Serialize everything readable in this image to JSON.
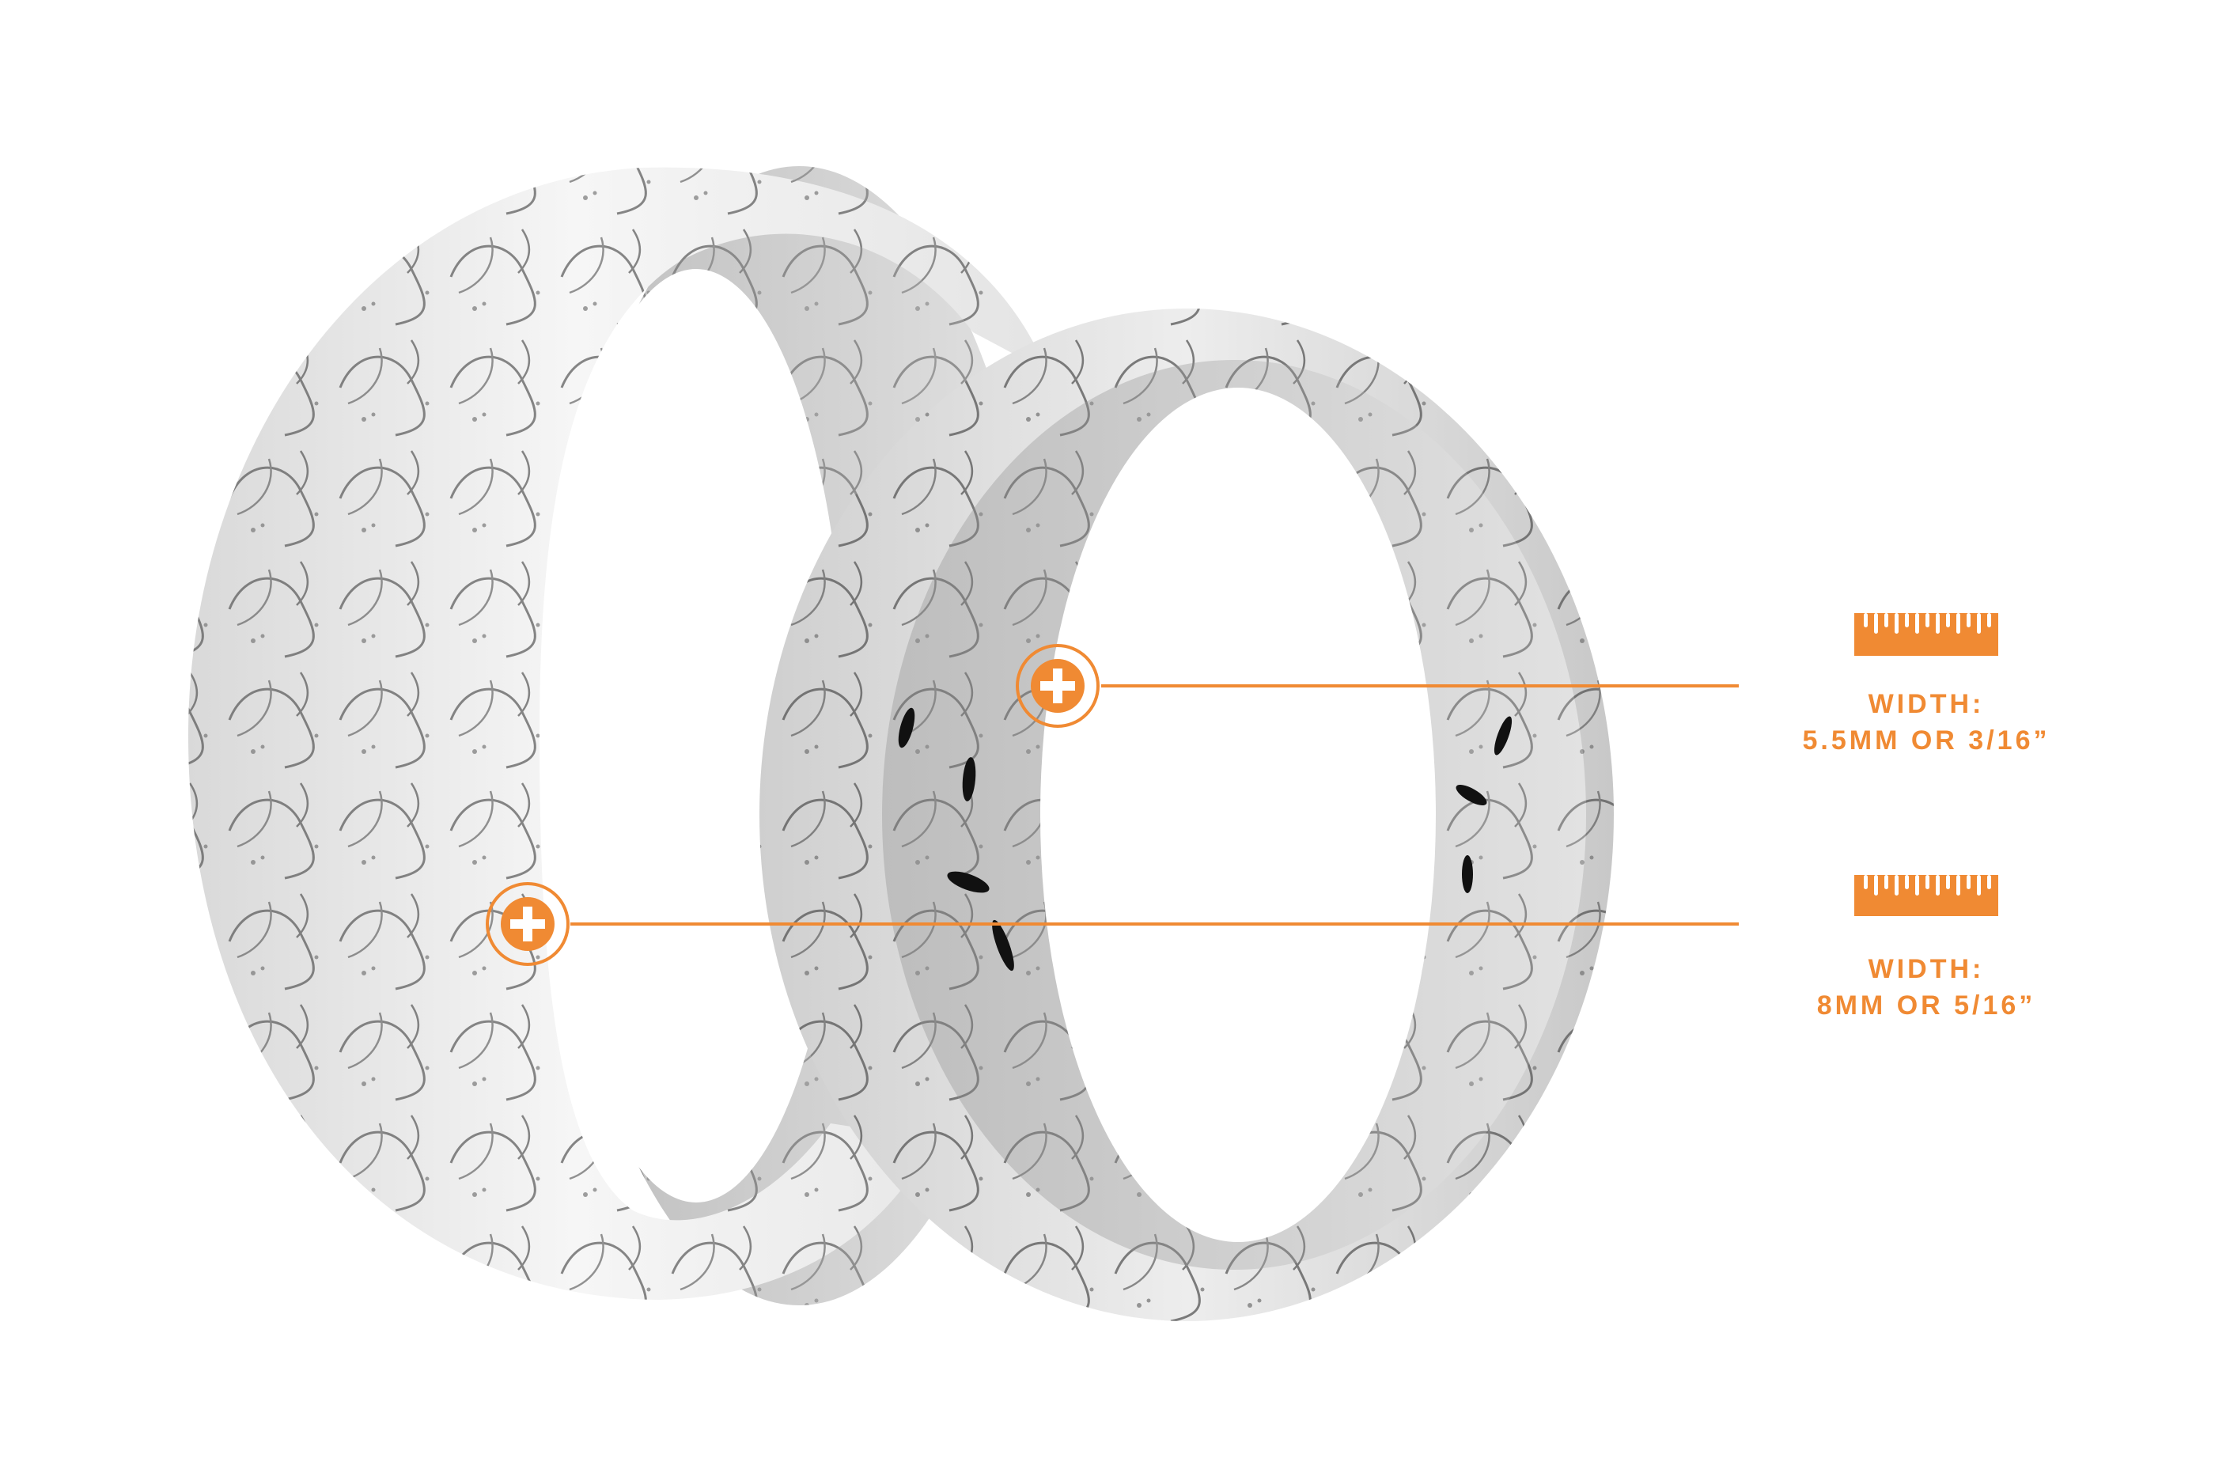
{
  "colors": {
    "accent": "#F08A33",
    "background": "#FFFFFF",
    "ring_surface": "#E9E9E9",
    "ring_lineart": "#3A3A3A"
  },
  "image": {
    "subject": "two-floral-line-art-silicone-rings",
    "description": "Two white silicone rings printed with black floral line-art, with orange callout markers indicating band widths"
  },
  "callouts": [
    {
      "id": "narrow",
      "marker_icon": "plus-circle-icon",
      "ruler_icon": "ruler-icon",
      "label_line1": "WIDTH:",
      "label_line2": "5.5MM OR 3/16”"
    },
    {
      "id": "wide",
      "marker_icon": "plus-circle-icon",
      "ruler_icon": "ruler-icon",
      "label_line1": "WIDTH:",
      "label_line2": "8MM OR 5/16”"
    }
  ]
}
